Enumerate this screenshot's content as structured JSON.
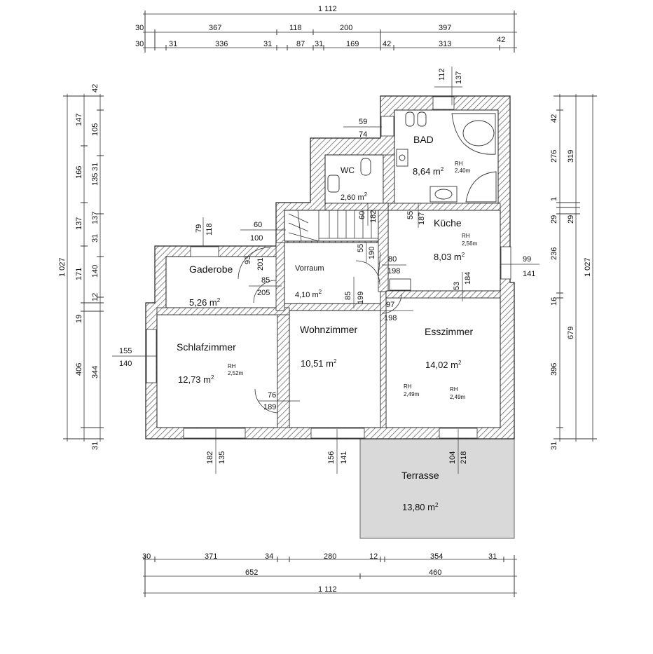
{
  "dimensions": {
    "top_total": "1 112",
    "top_row1": [
      "30",
      "367",
      "118",
      "200",
      "397"
    ],
    "top_row2": [
      "30",
      "31",
      "336",
      "31",
      "87",
      "31",
      "169",
      "42",
      "313",
      "42"
    ],
    "bottom_row1": [
      "30",
      "371",
      "34",
      "280",
      "12",
      "354",
      "31"
    ],
    "bottom_row2": [
      "652",
      "460"
    ],
    "bottom_total": "1 112",
    "left_total": "1 027",
    "left_outer": [
      "147",
      "166",
      "137",
      "171",
      "19",
      "406",
      "31"
    ],
    "left_inner": [
      "42",
      "105",
      "31",
      "135",
      "137",
      "31",
      "140",
      "12",
      "344"
    ],
    "right_total": "1 027",
    "right_outer": [
      "319",
      "29",
      "679"
    ],
    "right_inner": [
      "42",
      "276",
      "1",
      "29",
      "236",
      "16",
      "396",
      "31"
    ]
  },
  "rooms": [
    {
      "name": "BAD",
      "area": "8,64 m",
      "rh": "RH",
      "height": "2,40m"
    },
    {
      "name": "WC",
      "area": "2,60 m"
    },
    {
      "name": "Küche",
      "area": "8,03 m",
      "rh": "RH",
      "height": "2,56m"
    },
    {
      "name": "Gaderobe",
      "area": "5,26 m"
    },
    {
      "name": "Vorraum",
      "area": "4,10 m"
    },
    {
      "name": "Schlafzimmer",
      "area": "12,73 m",
      "rh": "RH",
      "height": "2,52m"
    },
    {
      "name": "Wohnzimmer",
      "area": "10,51 m"
    },
    {
      "name": "Esszimmer",
      "area": "14,02 m",
      "rh": "RH",
      "height": "2,49m",
      "rh2": "RH",
      "height2": "2,49m"
    },
    {
      "name": "Terrasse",
      "area": "13,80 m"
    }
  ],
  "sup": "2",
  "openings": {
    "bad_window": [
      "112",
      "137"
    ],
    "bad_side_window": [
      "59",
      "74"
    ],
    "stair": [
      "60",
      "100"
    ],
    "gaderobe_window": [
      "79",
      "118"
    ],
    "gaderobe_door": [
      "93",
      "201"
    ],
    "gaderobe_door2": [
      "85",
      "205"
    ],
    "wc_door": [
      "60",
      "182"
    ],
    "kueche_left": [
      "55",
      "187"
    ],
    "vorraum_door": [
      "55",
      "190"
    ],
    "kueche_door": [
      "80",
      "198"
    ],
    "kueche_window": [
      "99",
      "141"
    ],
    "kueche_lower": [
      "53",
      "184"
    ],
    "wohn_door": [
      "85",
      "199"
    ],
    "ess_door": [
      "97",
      "198"
    ],
    "schlaf_window": [
      "155",
      "140"
    ],
    "schlaf_door": [
      "76",
      "189"
    ],
    "bottom_window1": [
      "182",
      "135"
    ],
    "bottom_window2": [
      "156",
      "141"
    ],
    "bottom_window3": [
      "104",
      "218"
    ]
  }
}
